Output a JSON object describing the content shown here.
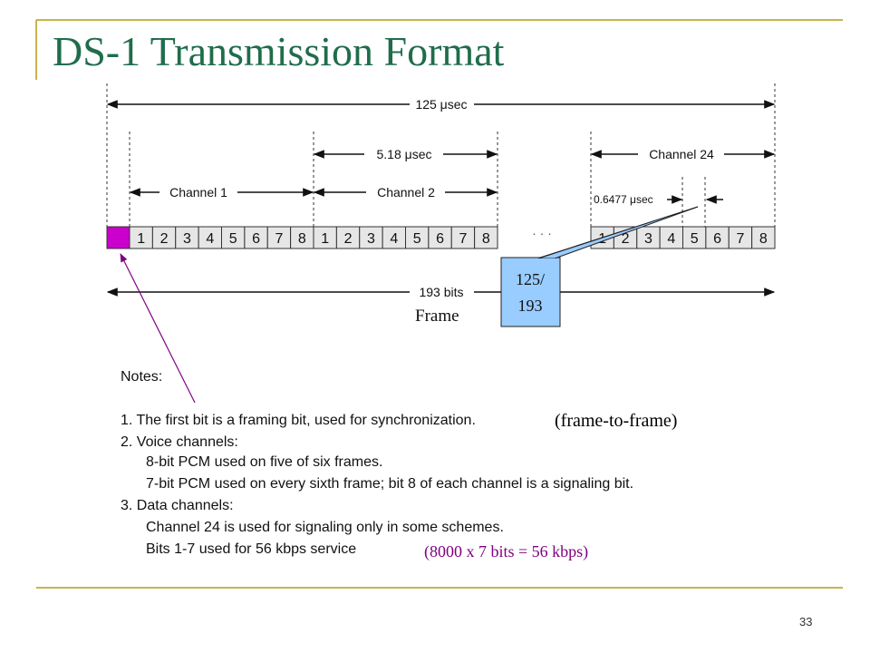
{
  "slide": {
    "title": "DS-1 Transmission Format",
    "page_number": "33",
    "colors": {
      "title": "#1f6d4b",
      "rule": "#c9b44c",
      "framing_bit": "#cc00cc",
      "callout_fill": "#99ccff",
      "note_purple": "#800080"
    }
  },
  "diagram": {
    "frame_duration": "125 μsec",
    "channel_duration": "5.18 μsec",
    "bit_duration": "0.6477 μsec",
    "frame_bits": "193 bits",
    "frame_label": "Frame",
    "channel_labels": [
      "Channel 1",
      "Channel 2",
      "Channel 24"
    ],
    "bit_numbers": [
      "1",
      "2",
      "3",
      "4",
      "5",
      "6",
      "7",
      "8"
    ],
    "ellipsis": "· · ·",
    "callout": {
      "line1": "125/",
      "line2": "193"
    }
  },
  "notes": {
    "heading": "Notes:",
    "item1": "1. The first bit is a framing bit, used for synchronization.",
    "item1_addition": "(frame-to-frame)",
    "item2": "2. Voice channels:",
    "item2a": "8-bit PCM used on five of six frames.",
    "item2b": "7-bit PCM used on every sixth frame; bit 8 of each channel is a signaling bit.",
    "item3": "3. Data channels:",
    "item3a": "Channel 24 is used for signaling only in some schemes.",
    "item3b": "Bits 1-7 used for 56 kbps service",
    "item3b_addition": "(8000 x 7 bits = 56 kbps)"
  }
}
